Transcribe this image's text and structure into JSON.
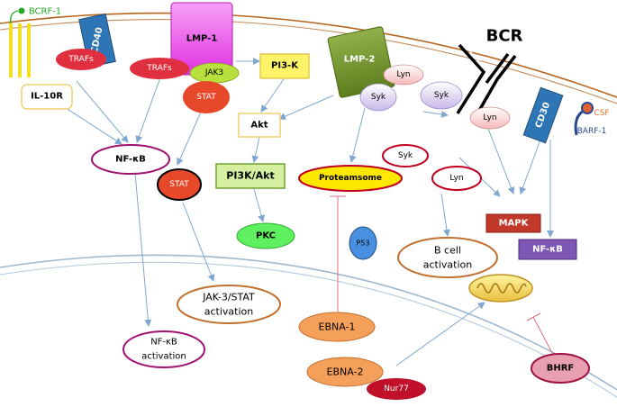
{
  "labels": {
    "bcrf1": "BCRF-1",
    "cd40": "CD40",
    "lmp1": "LMP-1",
    "lmp2": "LMP-2",
    "bcr": "BCR",
    "traf1": "TRAFs",
    "traf2": "TRAFs",
    "jak3": "JAK3",
    "stat_top": "STAT",
    "pi3k": "PI3-K",
    "lyn1": "Lyn",
    "syk1": "Syk",
    "syk2": "Syk",
    "lyn2": "Lyn",
    "cd30": "CD30",
    "csf": "CSF",
    "barf1": "BARF-1",
    "il10r": "IL-10R",
    "akt": "Akt",
    "nfkb_top": "NF-κB",
    "stat_mid": "STAT",
    "pi3kakt": "PI3K/Akt",
    "proteasome": "Proteamsome",
    "syk3": "Syk",
    "lyn3": "Lyn",
    "mapk": "MAPK",
    "nfkb_right": "NF-κB",
    "pkc": "PKC",
    "p53": "P53",
    "bcell_1": "B cell",
    "bcell_2": "activation",
    "jakstat_1": "JAK-3/STAT",
    "jakstat_2": "activation",
    "ebna1": "EBNA-1",
    "nfkb_act_1": "NF-κB",
    "nfkb_act_2": "activation",
    "ebna2": "EBNA-2",
    "nur77": "Nur77",
    "bhrf": "BHRF"
  },
  "colors": {
    "lmp1": "#ee44ee",
    "lmp2": "#6b8e23",
    "cd40": "#2e75b6",
    "cd30": "#2e75b6",
    "traf": "#e03040",
    "stat": "#e8482a",
    "jak3": "#b8e03c",
    "mapk": "#c0392b",
    "nfkb_right": "#7e57b4",
    "pkc": "#5ef05e",
    "p53": "#4a90e2",
    "ebna": "#f5a05a",
    "nur77": "#c0102a",
    "proteasome": "#ffe800",
    "membrane": "#b5651d",
    "nucleus": "#9fb8cf",
    "arrow": "#7fa7d0",
    "inhibit": "#e07080"
  }
}
